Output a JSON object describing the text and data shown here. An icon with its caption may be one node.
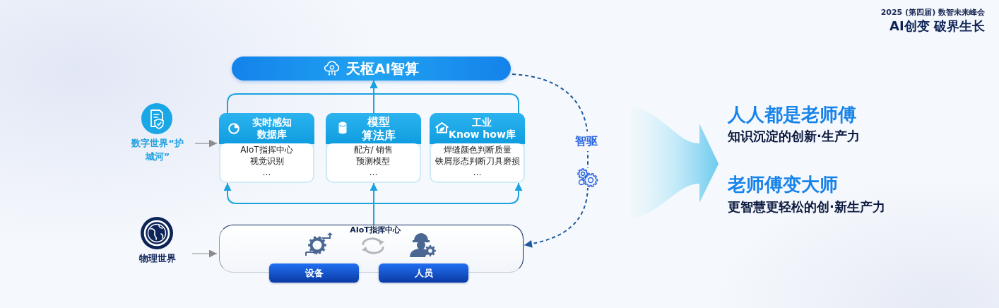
{
  "diagram": {
    "nodes": [
      {
        "text": [
          "天枢AI智算"
        ]
      },
      {
        "text": [
          "数字世界“护城河”"
        ]
      },
      {
        "text": [
          "实时感知数据库",
          "AIoT指挥中心",
          "视觉识别",
          "…"
        ]
      },
      {
        "text": [
          "模型算法库",
          "配方/ 销售预测模型",
          "…"
        ]
      },
      {
        "text": [
          "工业 Know how库",
          "焊缝颜色判断质量",
          "铁屑形态判断刀具磨损",
          "…"
        ]
      },
      {
        "text": [
          "物理世界"
        ]
      },
      {
        "text": [
          "AIoT指挥中心"
        ]
      },
      {
        "text": [
          "设备"
        ]
      },
      {
        "text": [
          "人员"
        ]
      }
    ],
    "edges": [
      {
        "from": 2,
        "to": 0,
        "arrow": "to"
      },
      {
        "from": 3,
        "to": 0,
        "arrow": "to"
      },
      {
        "from": 4,
        "to": 0,
        "arrow": "to"
      },
      {
        "from": 6,
        "to": 2,
        "arrow": "to"
      },
      {
        "from": 6,
        "to": 3,
        "arrow": "to"
      },
      {
        "from": 6,
        "to": 4,
        "arrow": "to"
      },
      {
        "from": 1,
        "to": 2,
        "arrow": "to",
        "color": "#8c8c8c"
      },
      {
        "from": 5,
        "to": 6,
        "arrow": "to",
        "color": "#8c8c8c"
      },
      {
        "from": 0,
        "to": 6,
        "arrow": "to",
        "label": "智驱",
        "style": "dashed",
        "color": "#1f5a9e"
      }
    ],
    "labels": [
      "2025 (第四届) 数智未来峰会",
      "AI创变 破界生长",
      "人人都是老师傅",
      "知识沉淀的创新·生产力",
      "老师傅变大师",
      "更智慧更轻松的创·新生产力"
    ]
  }
}
